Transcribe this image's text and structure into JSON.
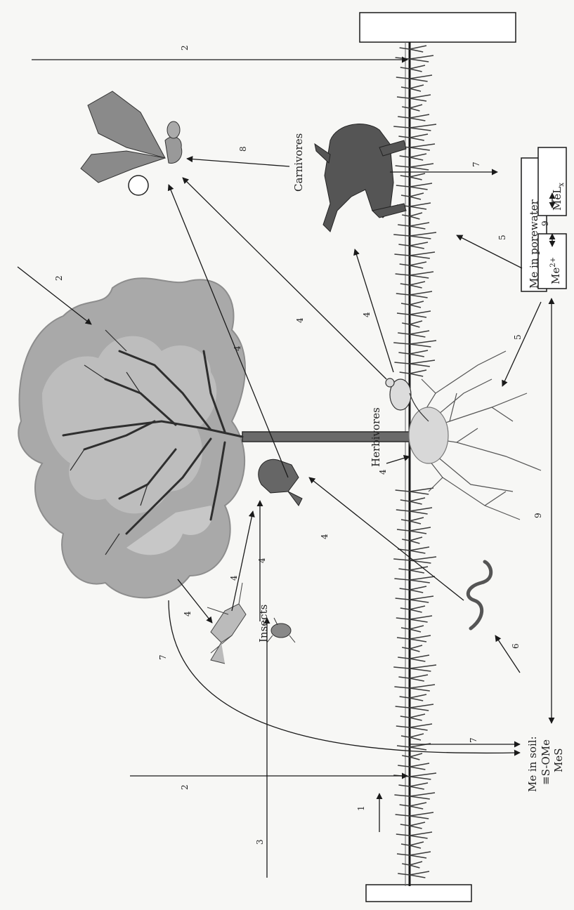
{
  "figure": {
    "labels": {
      "herbivores": "Herbivores",
      "carnivores": "Carnivores",
      "insects": "Insects",
      "me_in_soil": "Me in soil:",
      "s_ome": "≡S-OMe",
      "mes": "MeS",
      "me_in_porewater": "Me in porewater",
      "me2": "Me",
      "me2_sup": "2+",
      "mel": "MeL",
      "mel_sub": "x"
    },
    "pathway_numbers": {
      "p1": "1",
      "p2_left": "2",
      "p2_tree": "2",
      "p2_right": "2",
      "p3": "3",
      "p4_insect_bird_a": "4",
      "p4_insect_bird_b": "4",
      "p4_tree_insect": "4",
      "p4_worm_bird": "4",
      "p4_herb_ground": "4",
      "p4_bird_owl": "4",
      "p4_herb_owl": "4",
      "p4_herb_wolf": "4",
      "p5_root": "5",
      "p5_grass": "5",
      "p6": "6",
      "p7_left": "7",
      "p7_curve": "7",
      "p7_right": "7",
      "p8": "8",
      "p9": "9",
      "p9_eq": "9"
    },
    "icons": [
      "tree-icon",
      "owl-icon",
      "wolf-icon",
      "mouse-icon",
      "bird-icon",
      "grasshopper-icon",
      "beetle-icon",
      "worm-icon",
      "root-system-icon",
      "grass-icon",
      "sun-icon"
    ],
    "colors": {
      "line": "#1a1a1a",
      "foliage": "#a9a9a9",
      "foliage_dark": "#8d8d8d",
      "grass": "#3c3c3c",
      "animal": "#555555"
    }
  }
}
